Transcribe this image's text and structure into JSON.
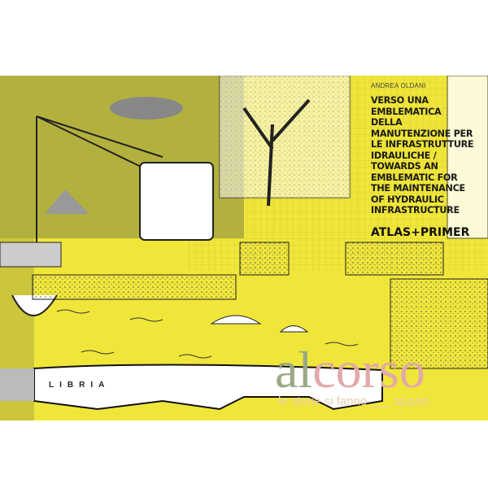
{
  "cover": {
    "author": "ANDREA OLDANI",
    "title": "VERSO UNA\nEMBLEMATICA\nDELLA\nMANUTENZIONE PER\nLE INFRASTRUTTURE\nIDRAULICHE /\nTOWARDS AN\nEMBLEMATIC FOR\nTHE MAINTENANCE\nOF HYDRAULIC\nINFRASTRUCTURE",
    "subtitle": "ATLAS+PRIMER",
    "publisher": "LIBRIA",
    "colors": {
      "yellow": "#f0e63a",
      "olive": "#b3b13e",
      "ink": "#1a1a1a"
    }
  },
  "watermark": {
    "brand_part1": "al",
    "brand_part2": "corso",
    "tagline": "le storie si fanno ___ spazio"
  }
}
